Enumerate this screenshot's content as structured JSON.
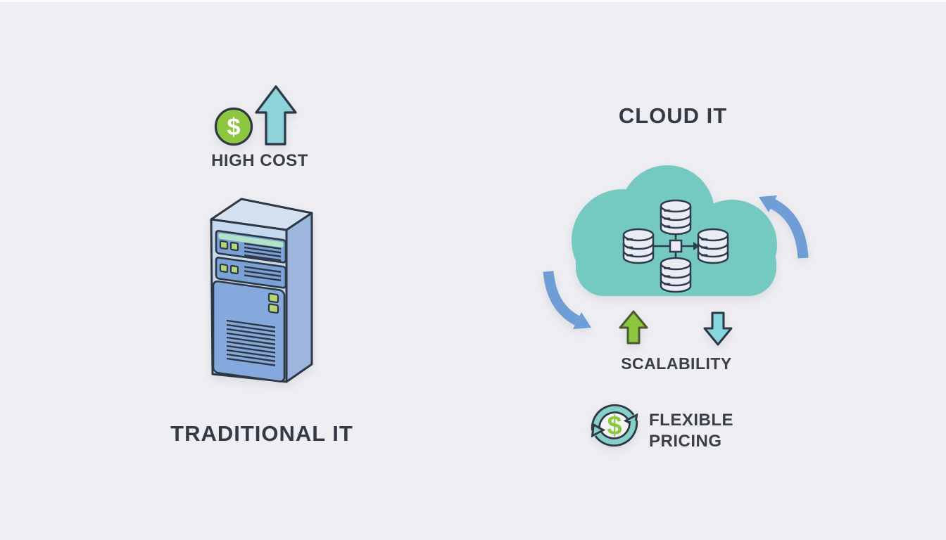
{
  "canvas": {
    "background": "#efeff3"
  },
  "colors": {
    "text_dark": "#3a4049",
    "title_dark": "#343a45",
    "outline_dark": "#2e3744",
    "teal_arrow": "#8ed2da",
    "green": "#8dc63f",
    "green_button": "#b5d678",
    "cloud_teal": "#74c9c0",
    "blue_rotation_arrow": "#6f9ed6",
    "server_front": "#c7d9ef",
    "server_panel": "#7ba2d6",
    "server_big_panel": "#85a9dc",
    "server_side": "#9cb6de",
    "server_top": "#d3e1f3",
    "server_strip": "#b2e2c8",
    "database_fill": "#e9edf3",
    "refresh_teal": "#87d0ca"
  },
  "icons": {
    "cost_dollar": "dollar-circle-icon",
    "cost_arrow": "up-arrow-icon",
    "server": "server-tower-icon",
    "cloud": "cloud-icon",
    "database": "database-icon",
    "rotation_right": "rotate-arrow-up-icon",
    "rotation_left": "rotate-arrow-down-icon",
    "scale_up": "up-arrow-icon",
    "scale_down": "down-arrow-icon",
    "pricing": "refresh-dollar-icon"
  },
  "left_section": {
    "cost_indicator": {
      "label": "HIGH COST",
      "currency_symbol": "$"
    },
    "title": "TRADITIONAL IT"
  },
  "right_section": {
    "title": "CLOUD IT",
    "scalability": {
      "label": "SCALABILITY"
    },
    "pricing": {
      "line1": "FLEXIBLE",
      "line2": "PRICING",
      "currency_symbol": "$"
    }
  }
}
